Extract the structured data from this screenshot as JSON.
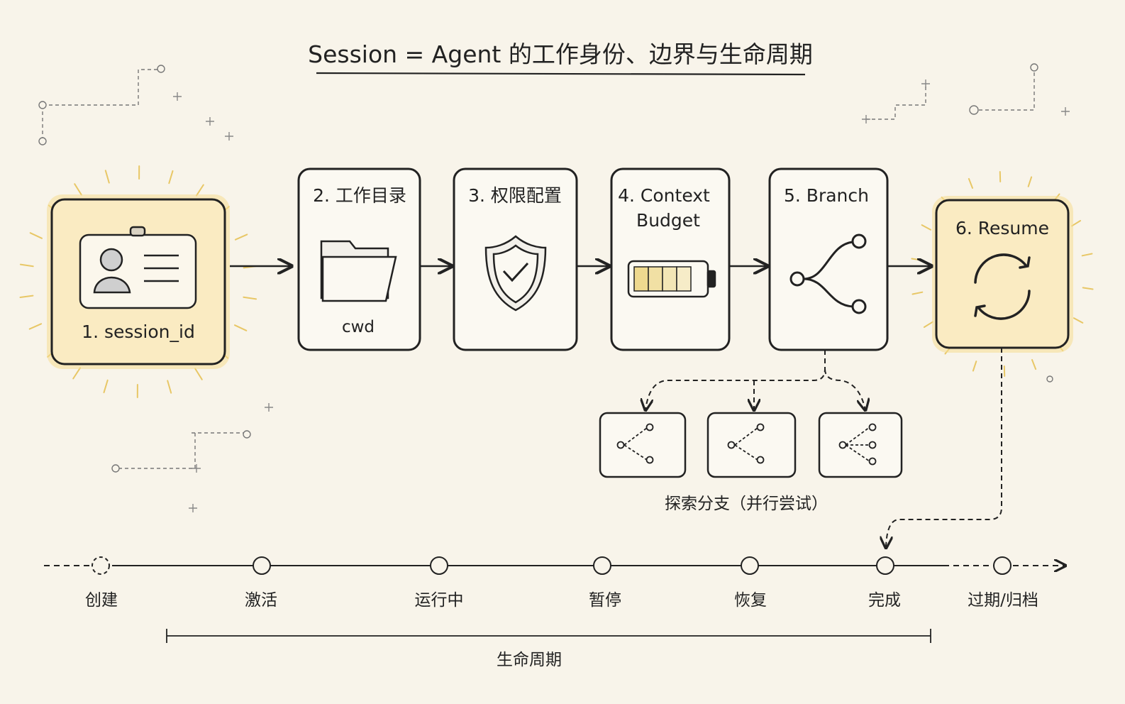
{
  "title": "Session = Agent 的工作身份、边界与生命周期",
  "steps": [
    {
      "label": "1. session_id",
      "icon": "id-card-icon"
    },
    {
      "label": "2. 工作目录",
      "sublabel": "cwd",
      "icon": "folder-icon"
    },
    {
      "label": "3. 权限配置",
      "icon": "shield-check-icon"
    },
    {
      "label_line1": "4. Context",
      "label_line2": "Budget",
      "icon": "battery-icon"
    },
    {
      "label": "5. Branch",
      "icon": "branch-icon"
    },
    {
      "label": "6. Resume",
      "icon": "refresh-icon"
    }
  ],
  "branches": {
    "caption": "探索分支（并行尝试）",
    "count": 3
  },
  "timeline": {
    "stages": [
      "创建",
      "激活",
      "运行中",
      "暂停",
      "恢复",
      "完成",
      "过期/归档"
    ],
    "bracket_label": "生命周期"
  },
  "colors": {
    "accent_fill": "#faebc2",
    "accent_glow": "#f3d57c",
    "stroke": "#222222",
    "background": "#f8f4ea"
  }
}
